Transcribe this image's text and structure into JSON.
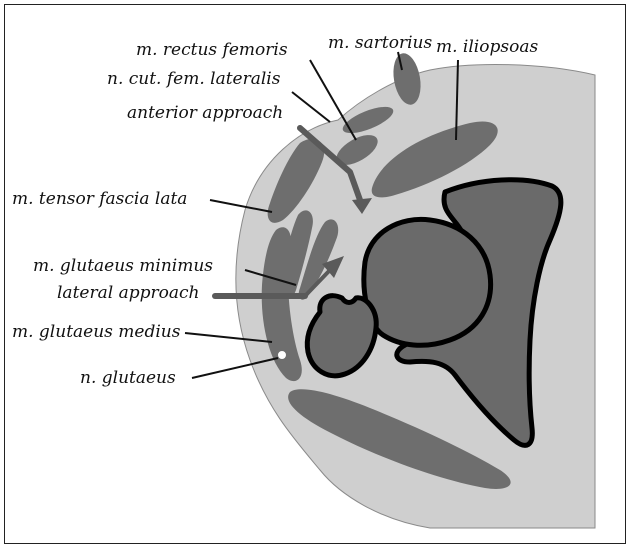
{
  "labels": {
    "rectus_femoris": "m. rectus femoris",
    "sartorius": "m. sartorius",
    "iliopsoas": "m. iliopsoas",
    "cut_fem_lateralis": "n. cut. fem. lateralis",
    "anterior_approach": "anterior approach",
    "tensor_fascia_lata": "m. tensor fascia lata",
    "glutaeus_minimus": "m. glutaeus minimus",
    "lateral_approach": "lateral approach",
    "glutaeus_medius": "m. glutaeus medius",
    "n_glutaeus": "n. glutaeus"
  },
  "colors": {
    "tissue": "#cfcfcf",
    "muscle": "#6e6e6e",
    "bone": "#6a6a6a",
    "outline": "#000000",
    "arrow": "#5a5a5a"
  }
}
